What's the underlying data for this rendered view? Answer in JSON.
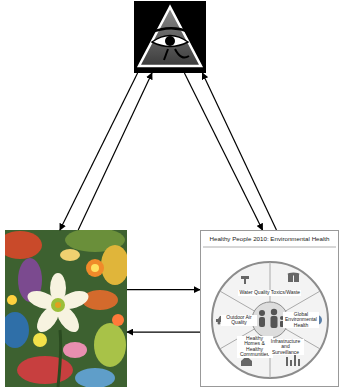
{
  "diagram": {
    "nodes": [
      {
        "text": []
      },
      {
        "text": []
      },
      {
        "text": [
          "Healthy People 2010: Environmental Health"
        ]
      }
    ],
    "edges": [
      {
        "from": 0,
        "to": 1,
        "arrow": "to"
      },
      {
        "from": 1,
        "to": 0,
        "arrow": "to"
      },
      {
        "from": 0,
        "to": 2,
        "arrow": "to"
      },
      {
        "from": 2,
        "to": 0,
        "arrow": "to"
      },
      {
        "from": 1,
        "to": 2,
        "arrow": "to"
      },
      {
        "from": 2,
        "to": 1,
        "arrow": "to"
      }
    ],
    "labels": [
      "Toxics/Waste",
      "Water Quality",
      "Global Environmental Health",
      "Outdoor Air Quality",
      "Healthy Homes & Healthy Communities",
      "Infrastructure and Surveillance"
    ]
  }
}
